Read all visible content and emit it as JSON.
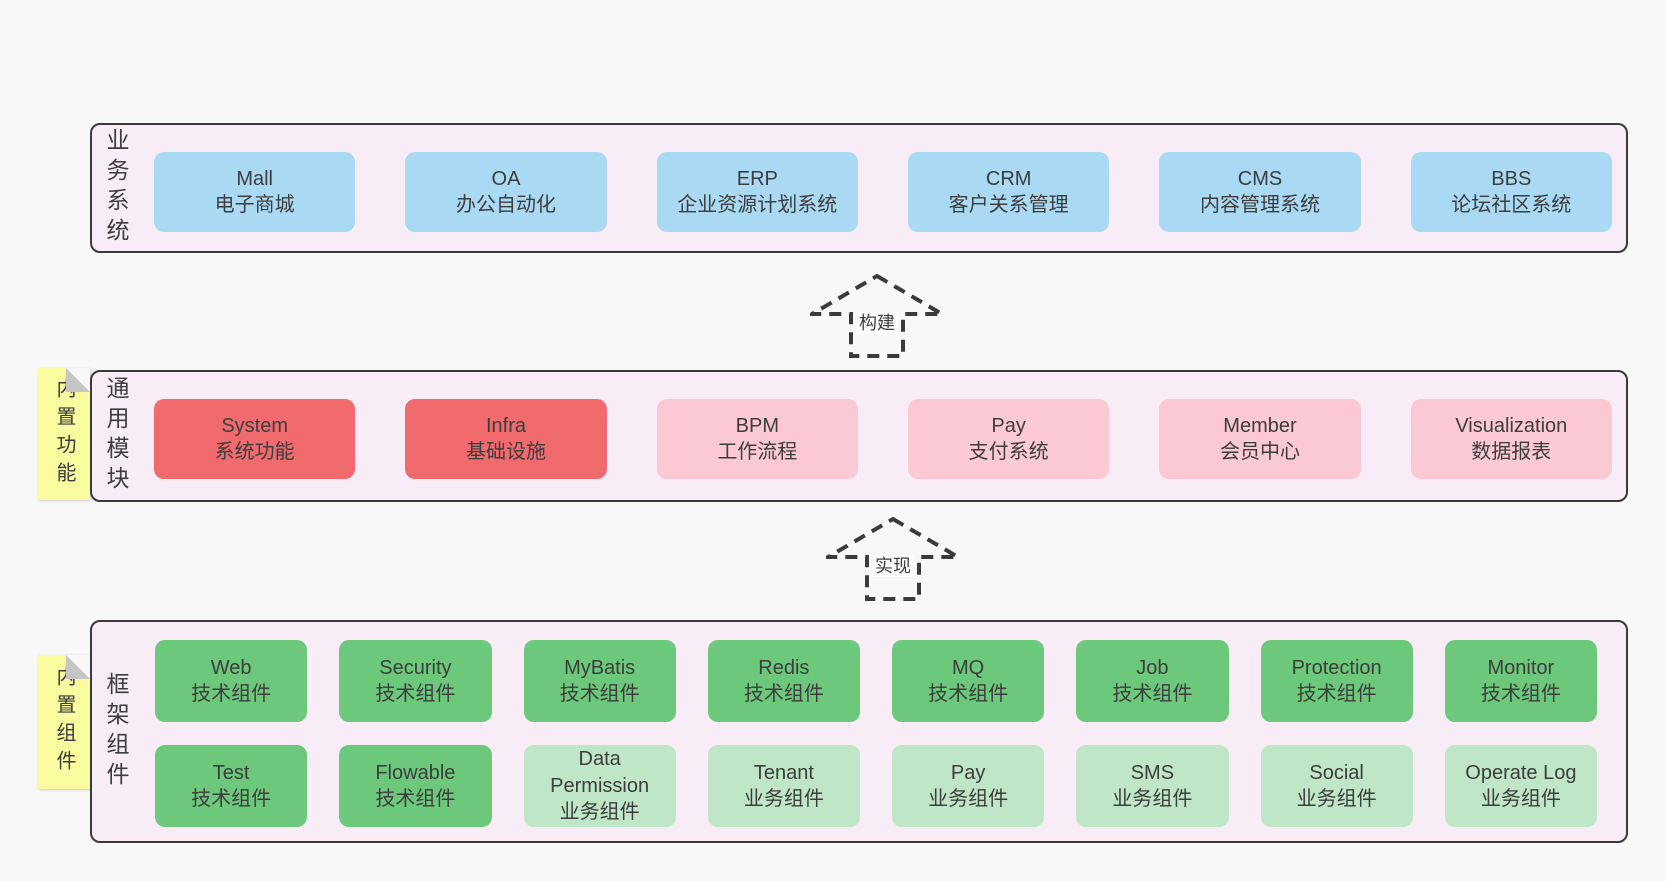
{
  "colors": {
    "page_bg": "#f8f8f8",
    "panel_bg": "#f8edf6",
    "panel_border": "#3a3a3a",
    "blue_box": "#aad9f4",
    "red_box": "#f16a6e",
    "pink_box": "#fbc9d3",
    "green_box": "#6cc87b",
    "light_green_box": "#bfe6c6",
    "note_yellow": "#fafa9e",
    "text": "#3d3d3d"
  },
  "diagram": {
    "business": {
      "label": "业务系统",
      "boxes": [
        {
          "title": "Mall",
          "subtitle": "电子商城"
        },
        {
          "title": "OA",
          "subtitle": "办公自动化"
        },
        {
          "title": "ERP",
          "subtitle": "企业资源计划系统"
        },
        {
          "title": "CRM",
          "subtitle": "客户关系管理"
        },
        {
          "title": "CMS",
          "subtitle": "内容管理系统"
        },
        {
          "title": "BBS",
          "subtitle": "论坛社区系统"
        }
      ]
    },
    "arrow_build": {
      "label": "构建"
    },
    "common": {
      "label": "通用模块",
      "note": "内置功能",
      "boxes": [
        {
          "title": "System",
          "subtitle": "系统功能"
        },
        {
          "title": "Infra",
          "subtitle": "基础设施"
        },
        {
          "title": "BPM",
          "subtitle": "工作流程"
        },
        {
          "title": "Pay",
          "subtitle": "支付系统"
        },
        {
          "title": "Member",
          "subtitle": "会员中心"
        },
        {
          "title": "Visualization",
          "subtitle": "数据报表"
        }
      ]
    },
    "arrow_implement": {
      "label": "实现"
    },
    "framework": {
      "label": "框架组件",
      "note": "内置组件",
      "row1": [
        {
          "title": "Web",
          "subtitle": "技术组件"
        },
        {
          "title": "Security",
          "subtitle": "技术组件"
        },
        {
          "title": "MyBatis",
          "subtitle": "技术组件"
        },
        {
          "title": "Redis",
          "subtitle": "技术组件"
        },
        {
          "title": "MQ",
          "subtitle": "技术组件"
        },
        {
          "title": "Job",
          "subtitle": "技术组件"
        },
        {
          "title": "Protection",
          "subtitle": "技术组件"
        },
        {
          "title": "Monitor",
          "subtitle": "技术组件"
        }
      ],
      "row2": [
        {
          "title": "Test",
          "subtitle": "技术组件"
        },
        {
          "title": "Flowable",
          "subtitle": "技术组件"
        },
        {
          "title": "Data Permission",
          "subtitle": "业务组件"
        },
        {
          "title": "Tenant",
          "subtitle": "业务组件"
        },
        {
          "title": "Pay",
          "subtitle": "业务组件"
        },
        {
          "title": "SMS",
          "subtitle": "业务组件"
        },
        {
          "title": "Social",
          "subtitle": "业务组件"
        },
        {
          "title": "Operate Log",
          "subtitle": "业务组件"
        }
      ]
    }
  }
}
